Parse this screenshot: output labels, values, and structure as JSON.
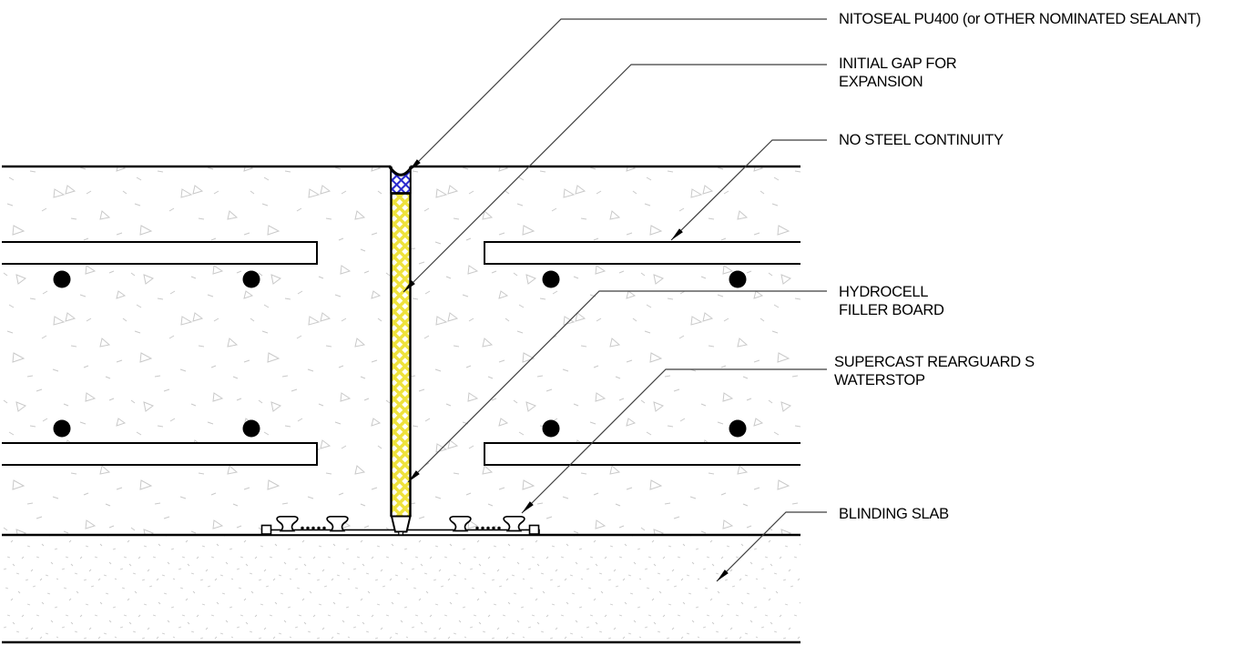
{
  "labels": [
    {
      "name": "sealant",
      "lines": [
        "NITOSEAL PU400 (or OTHER NOMINATED SEALANT)",
        ""
      ]
    },
    {
      "name": "expansion-gap",
      "lines": [
        "INITIAL GAP FOR",
        "EXPANSION"
      ]
    },
    {
      "name": "steel-continuity",
      "lines": [
        "NO STEEL CONTINUITY",
        ""
      ]
    },
    {
      "name": "filler-board",
      "lines": [
        "HYDROCELL",
        "FILLER BOARD"
      ]
    },
    {
      "name": "waterstop",
      "lines": [
        "SUPERCAST REARGUARD S",
        "WATERSTOP"
      ]
    },
    {
      "name": "blinding-slab",
      "lines": [
        "BLINDING SLAB",
        ""
      ]
    }
  ],
  "colors": {
    "sealant_hatch": "#2a2ace",
    "filler_board_hatch": "#eee23c",
    "outline": "#000000",
    "leader": "#3f3f3f",
    "texture": "#c9c9c9"
  }
}
